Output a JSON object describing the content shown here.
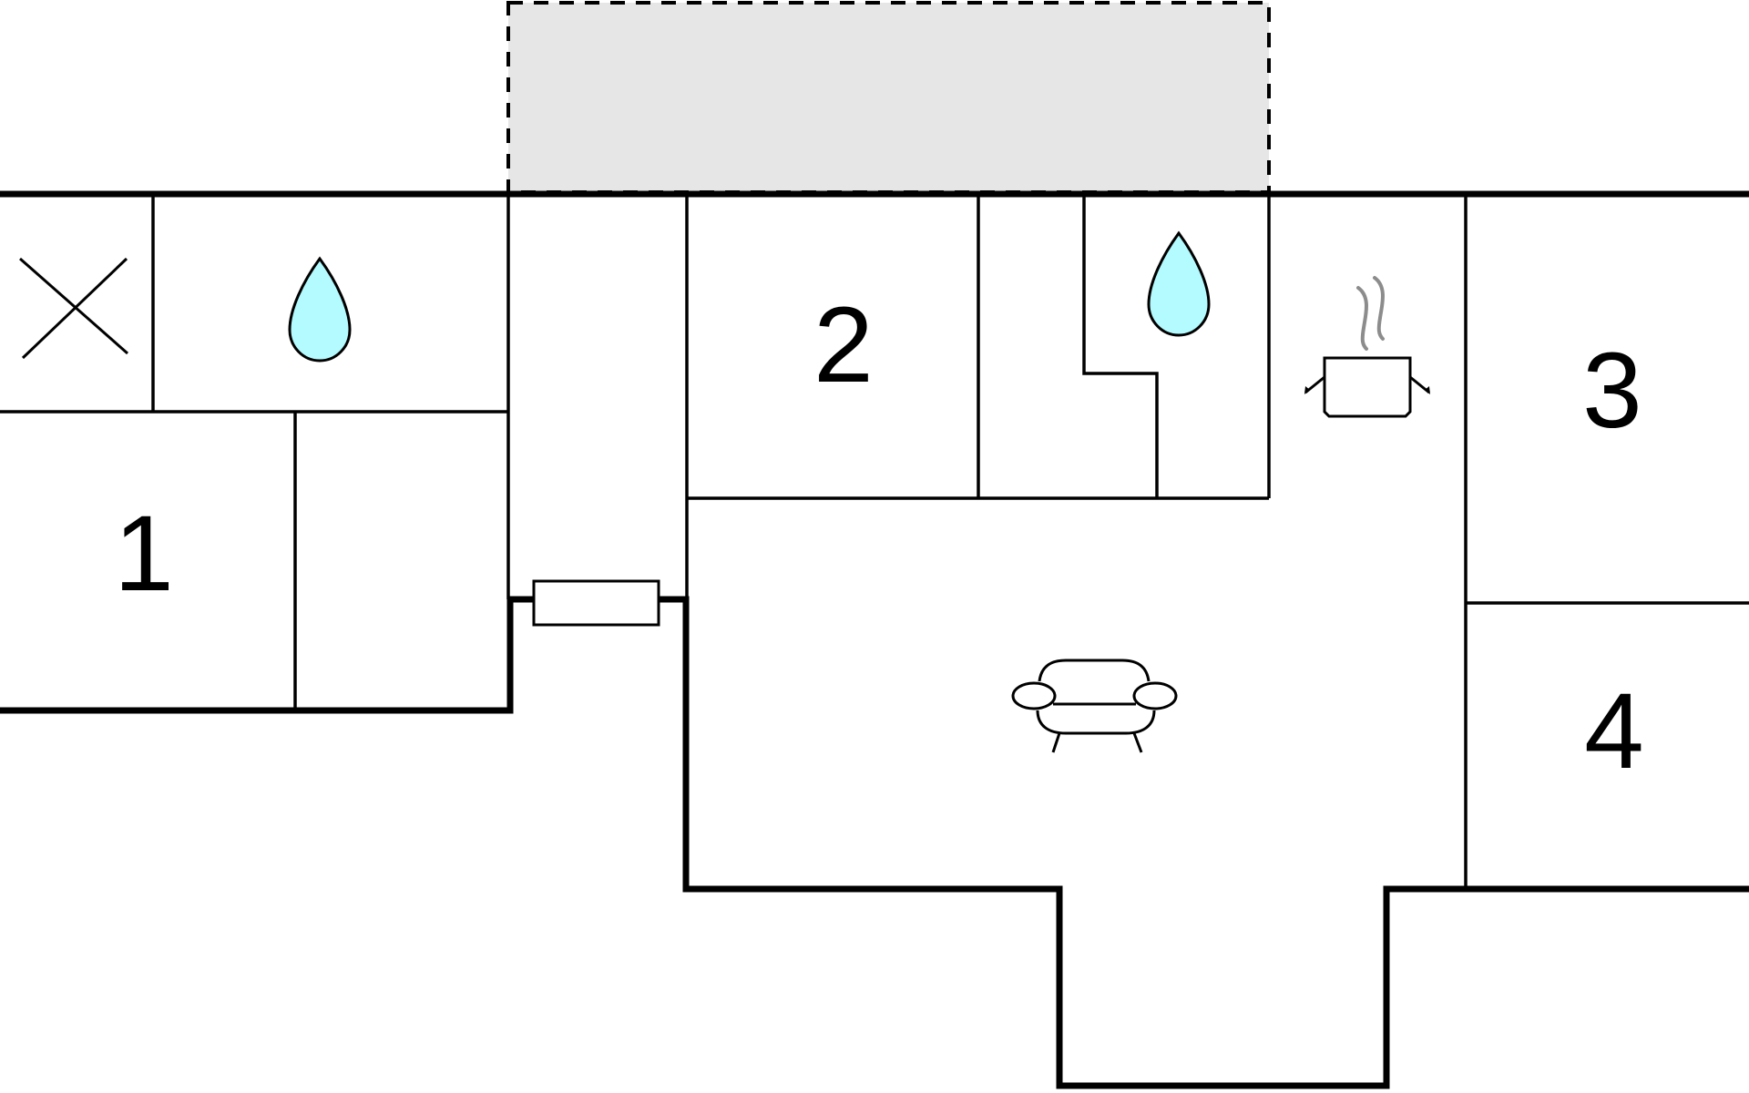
{
  "rooms": {
    "bedroom_1": {
      "label": "1"
    },
    "bedroom_2": {
      "label": "2"
    },
    "bedroom_3": {
      "label": "3"
    },
    "bedroom_4": {
      "label": "4"
    }
  },
  "colors": {
    "water": "#b3fbff",
    "terrace": "#e6e6e6",
    "wall": "#000000",
    "steam": "#8c8c8c"
  },
  "icons": {
    "cross": "x-icon",
    "bathroom_1": "water-drop-icon",
    "bathroom_2": "water-drop-icon",
    "kitchen": "cooking-pot-icon",
    "living_room": "sofa-icon",
    "fireplace": "stove-icon"
  }
}
